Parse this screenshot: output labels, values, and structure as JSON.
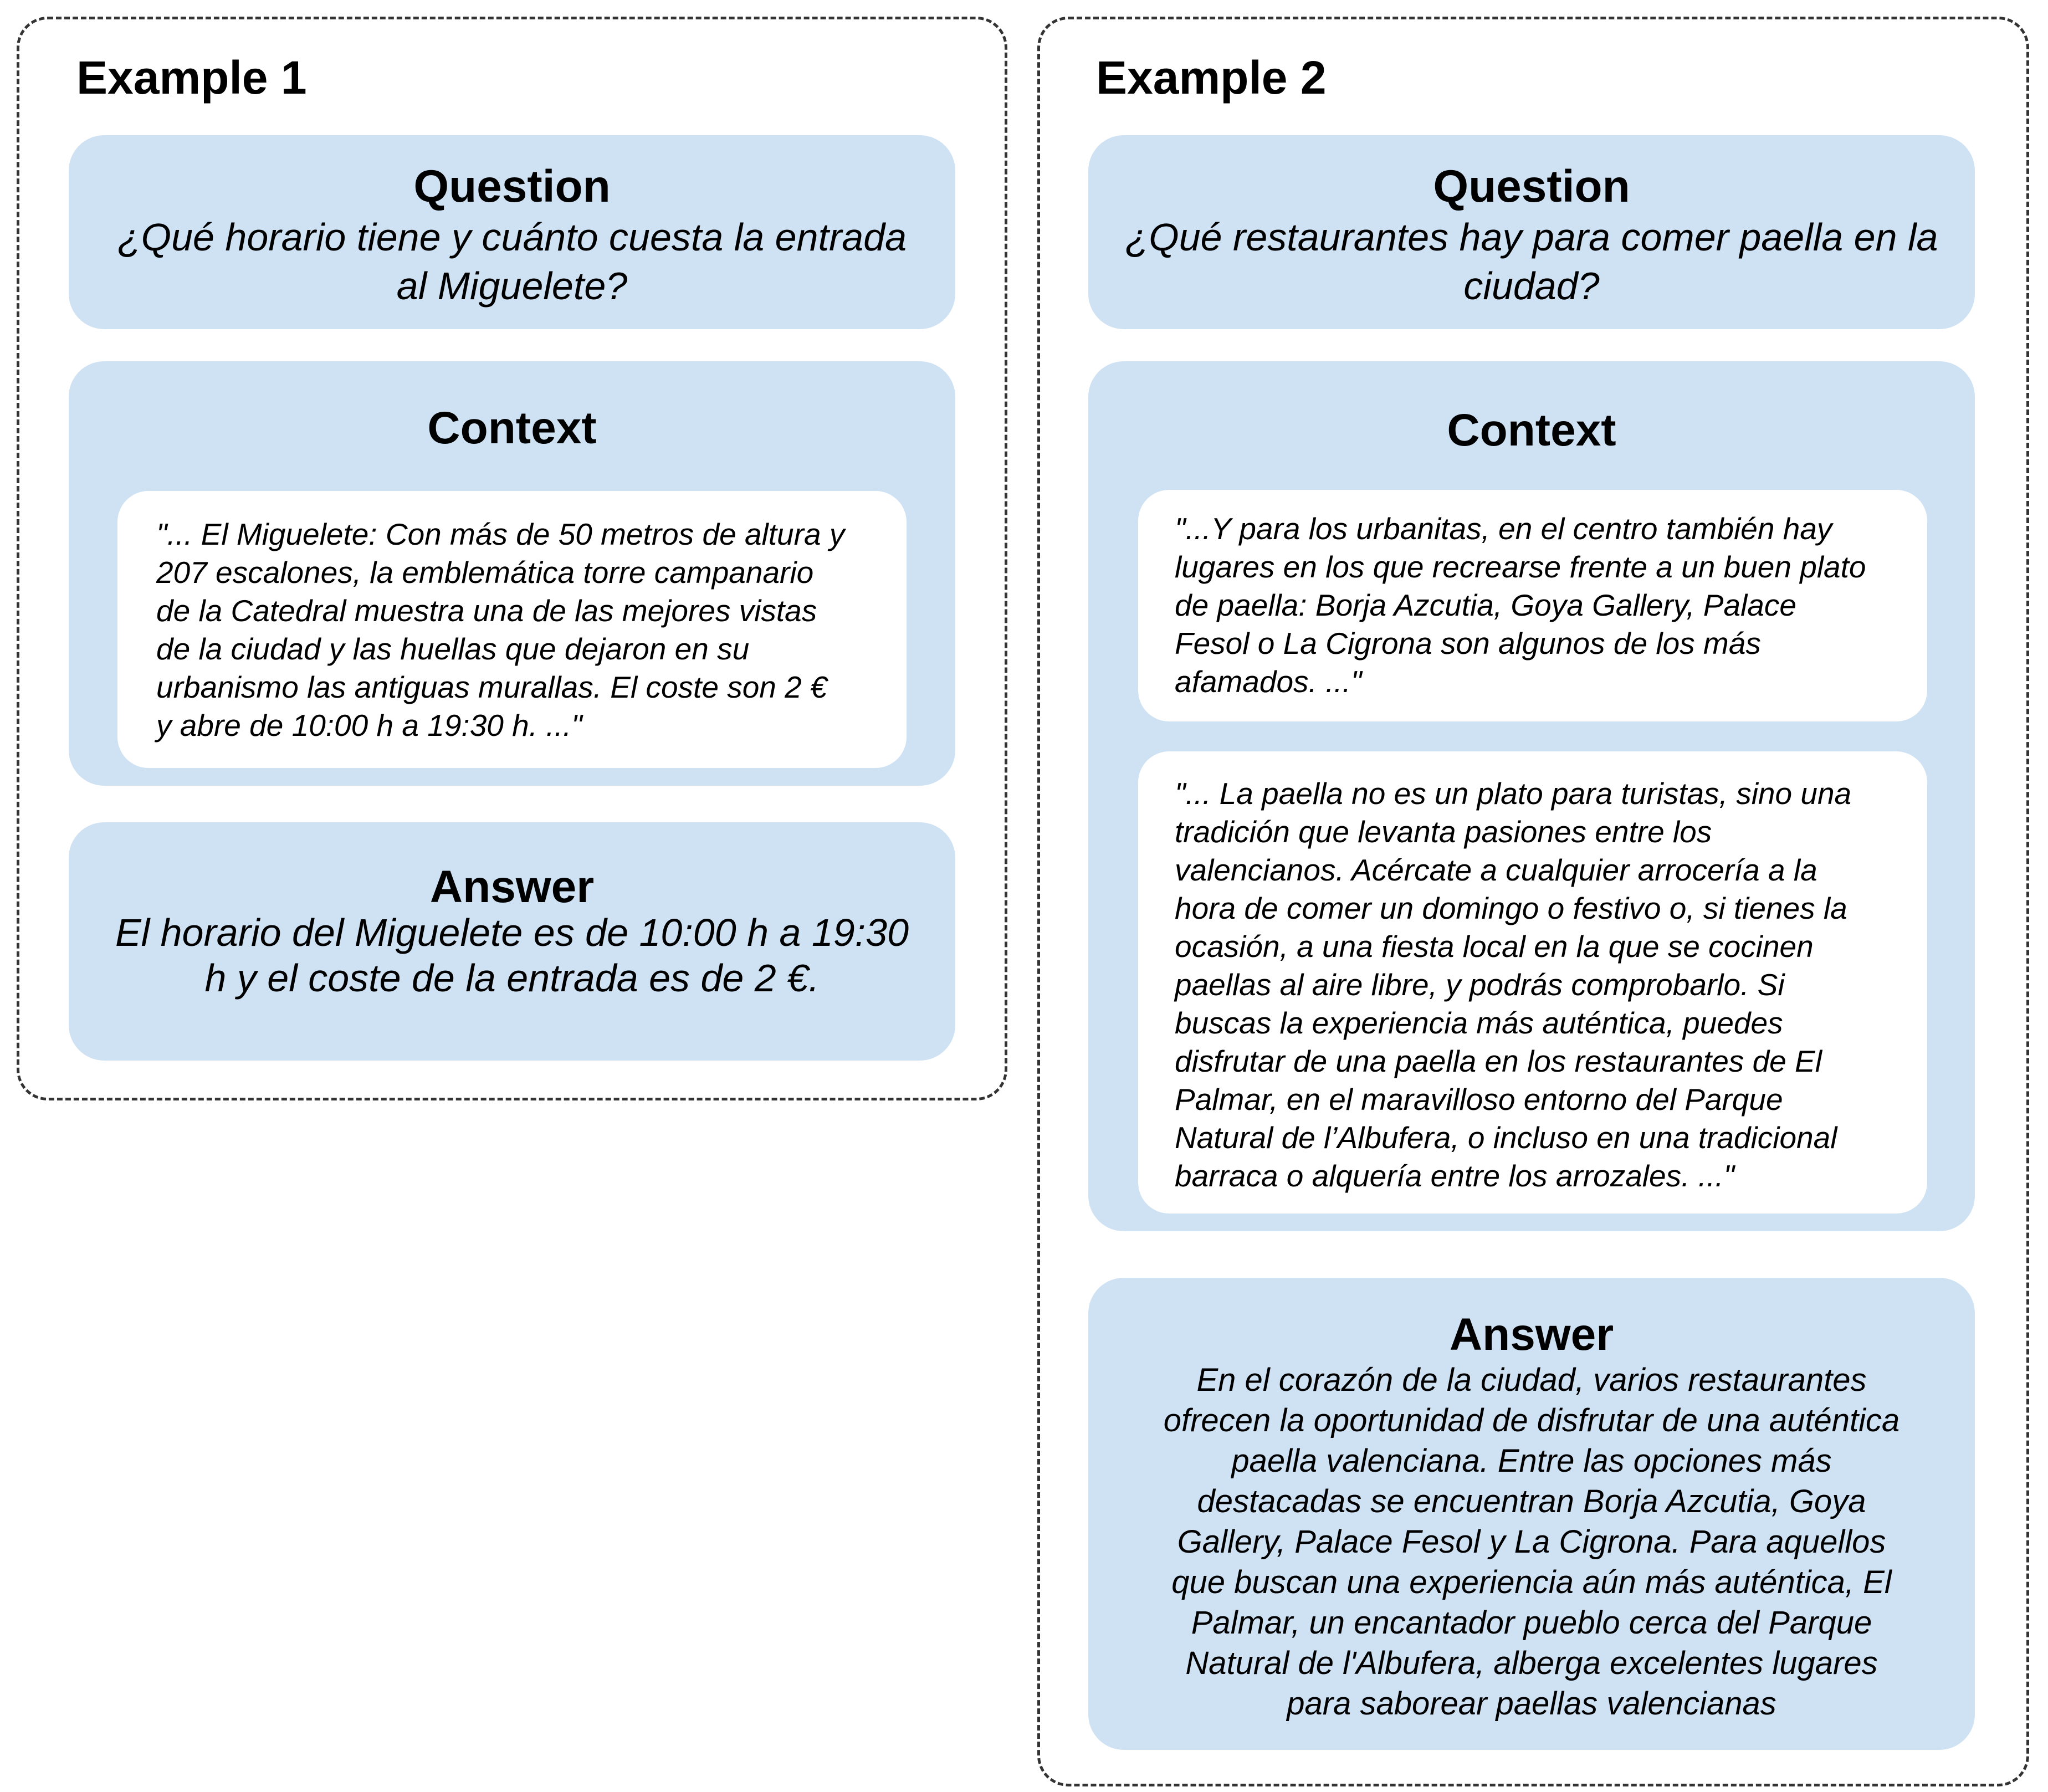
{
  "colors": {
    "box_fill": "#cfe2f3",
    "inner_fill": "#ffffff",
    "frame_border": "#333333"
  },
  "example1": {
    "title": "Example 1",
    "question_title": "Question",
    "question_text": "¿Qué horario tiene y cuánto cuesta la entrada al Miguelete?",
    "context_title": "Context",
    "context_passages": [
      "\"... El Miguelete: Con más de 50 metros de altura y\n207 escalones, la emblemática torre campanario\nde la Catedral muestra una de las mejores vistas\nde la ciudad y las huellas que dejaron en su\nurbanismo las antiguas murallas. El coste son 2 €\ny abre de 10:00 h a 19:30 h.  ...\""
    ],
    "answer_title": "Answer",
    "answer_text": "El horario del Miguelete es de 10:00 h a 19:30 h y el coste de la entrada es de 2 €."
  },
  "example2": {
    "title": "Example 2",
    "question_title": "Question",
    "question_text": "¿Qué restaurantes hay para comer paella en la ciudad?",
    "context_title": "Context",
    "context_passages": [
      "\"...Y para los urbanitas, en el centro también hay\nlugares en los que recrearse frente a un buen plato\nde paella: Borja Azcutia, Goya Gallery, Palace\nFesol o La Cigrona son algunos de los más\nafamados. ...\"",
      "\"... La paella no es un plato para turistas, sino una\ntradición que levanta pasiones entre los\nvalencianos. Acércate a cualquier arrocería a la\nhora de comer un domingo o festivo o, si tienes la\nocasión, a una fiesta local en la que se cocinen\npaellas al aire libre, y podrás comprobarlo. Si\nbuscas la experiencia más auténtica, puedes\ndisfrutar de una paella en los restaurantes de El\nPalmar, en el maravilloso entorno del Parque\nNatural de l’Albufera, o incluso en una tradicional\nbarraca o alquería entre los arrozales. ...\""
    ],
    "answer_title": "Answer",
    "answer_text": "En el corazón de la ciudad, varios restaurantes\nofrecen la oportunidad de disfrutar de una auténtica\npaella valenciana. Entre las opciones más\ndestacadas se encuentran Borja Azcutia, Goya\nGallery, Palace Fesol y La Cigrona. Para aquellos\nque buscan una experiencia aún más auténtica, El\nPalmar, un encantador pueblo cerca del Parque\nNatural de l'Albufera, alberga excelentes lugares\npara saborear paellas valencianas"
  }
}
